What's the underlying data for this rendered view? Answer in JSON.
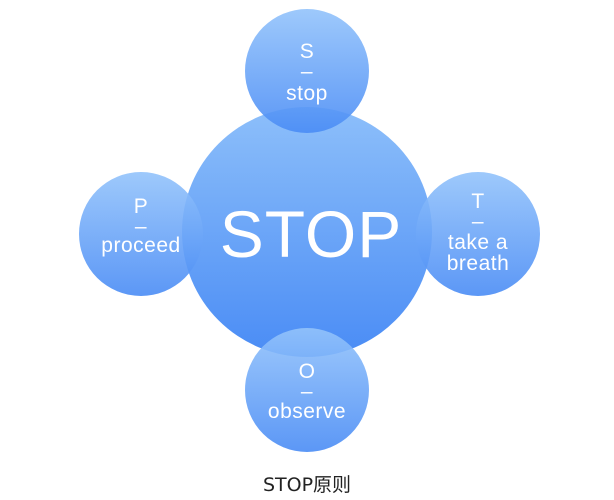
{
  "colors": {
    "circle_light": "#8fc0fa",
    "circle_dark": "#4b8ef6",
    "center_light": "#8bbdf9",
    "center_dark": "#4e8ff5",
    "text": "#ffffff",
    "caption": "#222222"
  },
  "center": {
    "label": "STOP"
  },
  "nodes": {
    "top": {
      "letter": "S",
      "dash": "–",
      "lines": [
        "stop"
      ]
    },
    "right": {
      "letter": "T",
      "dash": "–",
      "lines": [
        "take a",
        "breath"
      ]
    },
    "bottom": {
      "letter": "O",
      "dash": "–",
      "lines": [
        "observe"
      ]
    },
    "left": {
      "letter": "P",
      "dash": "–",
      "lines": [
        "proceed"
      ]
    }
  },
  "caption": "STOP原则"
}
